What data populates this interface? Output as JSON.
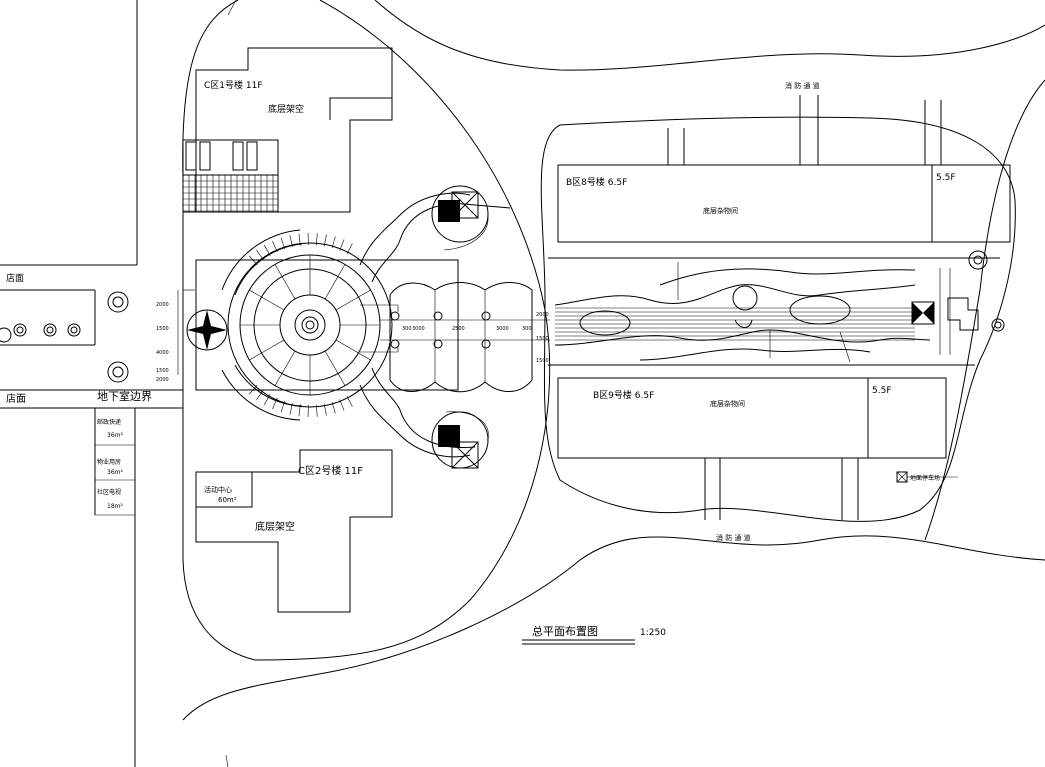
{
  "buildings": {
    "c1": {
      "name": "C区1号楼 11F",
      "ground": "底层架空"
    },
    "c2": {
      "name": "C区2号楼 11F",
      "ground": "底层架空"
    },
    "b8": {
      "name": "B区8号楼 6.5F",
      "ground": "底层杂物间",
      "annex": "5.5F"
    },
    "b9": {
      "name": "B区9号楼 6.5F",
      "ground": "底层杂物间",
      "annex": "5.5F"
    }
  },
  "roads": {
    "fire_road_top": "消 防 通 道",
    "fire_road_bottom": "消 防 通 道"
  },
  "left_labels": {
    "shop_top": "店面",
    "shop_bottom": "店面",
    "basement_boundary": "地下室边界"
  },
  "legend_table": [
    {
      "label": "邮政快递",
      "value": "36m²"
    },
    {
      "label": "物业用房",
      "value": "36m²"
    },
    {
      "label": "社区电视",
      "value": "18m²"
    }
  ],
  "activity_center": {
    "label": "活动中心",
    "value": "60m²"
  },
  "legend_mark": "地面停车场",
  "plan_title": "总平面布置图",
  "scale": "1:250",
  "dimension_labels": {
    "left_stack": [
      "2000",
      "1500",
      "4000",
      "1500",
      "2000"
    ],
    "right_stack": [
      "2000",
      "1500",
      "1500"
    ],
    "plaza": [
      "300",
      "3000",
      "2500",
      "3000",
      "300"
    ]
  }
}
